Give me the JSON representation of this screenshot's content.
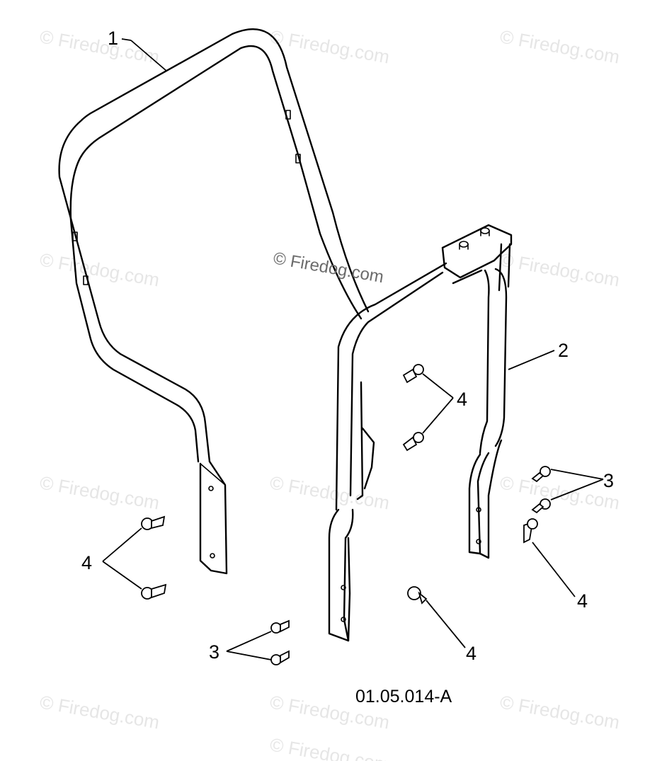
{
  "watermarks": [
    "© Firedog.com",
    "© Firedog.com",
    "© Firedog.com",
    "© Firedog.com",
    "© Firedog.com",
    "© Firedog.com",
    "© Firedog.com",
    "© Firedog.com",
    "© Firedog.com",
    "© Firedog.com",
    "© Firedog.com",
    "© Firedog.com"
  ],
  "center_watermark": "© Firedog.com",
  "callouts": {
    "part1": "1",
    "part2": "2",
    "bolt_upper": "4",
    "nut_right": "3",
    "bolt_right": "4",
    "bolt_left": "4",
    "nut_bottom": "3",
    "bolt_bottom": "4"
  },
  "diagram_code": "01.05.014-A"
}
